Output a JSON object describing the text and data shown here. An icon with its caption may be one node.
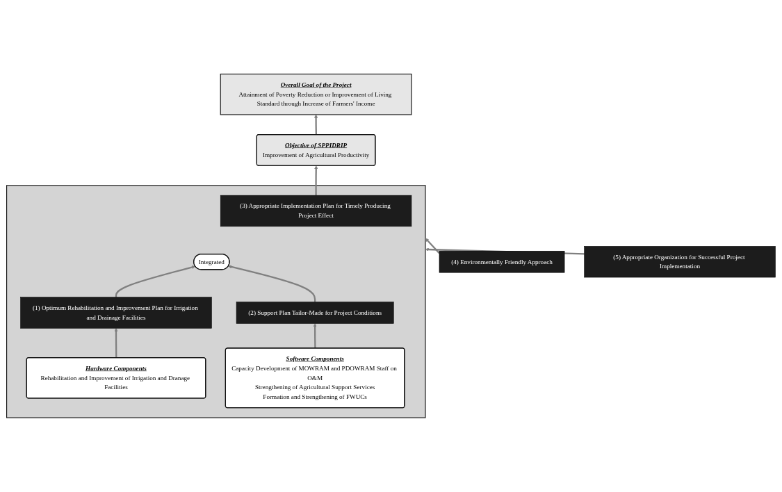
{
  "diagram": {
    "nodes": [
      {
        "text": [
          "Overall Goal of the Project",
          "Attainment of Poverty Reduction or Improvement of Living Standard through Increase of Farmers' Income"
        ]
      },
      {
        "text": [
          "Objective of SPPIDRIP",
          "Improvement of Agricultural Productivity"
        ]
      },
      {
        "text": [],
        "shape": "box"
      },
      {
        "text": [
          "(3) Appropriate Implementation Plan for Timely Producing Project Effect"
        ],
        "in": 2
      },
      {
        "text": [
          "Integrated"
        ],
        "in": 2
      },
      {
        "text": [
          "(1) Optimum Rehabilitation and Improvement Plan for Irrigation and Drainage Facilities"
        ],
        "in": 2
      },
      {
        "text": [
          "(2) Support Plan Tailor-Made for Project Conditions"
        ],
        "in": 2
      },
      {
        "text": [
          "Hardware Components",
          "Rehabilitation and Improvement of Irrigation and Dranage Facilities"
        ],
        "in": 2
      },
      {
        "text": [
          "Software Components",
          "Capacity Development of MOWRAM and PDOWRAM Staff on O&M",
          "Strengthening of Agricultural Support Services",
          "Formation and Strengthening of FWUCs"
        ],
        "in": 2
      },
      {
        "text": [
          "(4) Environmentally Friendly Approach"
        ]
      },
      {
        "text": [
          "(5) Appropriate Organization for Successful Project Implementation"
        ]
      }
    ],
    "edges": [
      {
        "from": 1,
        "to": 0,
        "arrow": "to"
      },
      {
        "from": 3,
        "to": 1,
        "arrow": "to"
      },
      {
        "from": 5,
        "to": 4,
        "arrow": "to"
      },
      {
        "from": 6,
        "to": 4,
        "arrow": "to"
      },
      {
        "from": 7,
        "to": 5,
        "arrow": "to"
      },
      {
        "from": 8,
        "to": 6,
        "arrow": "to"
      },
      {
        "from": 9,
        "to": 2,
        "arrow": "to"
      },
      {
        "from": 10,
        "to": 2,
        "arrow": "to"
      }
    ]
  }
}
